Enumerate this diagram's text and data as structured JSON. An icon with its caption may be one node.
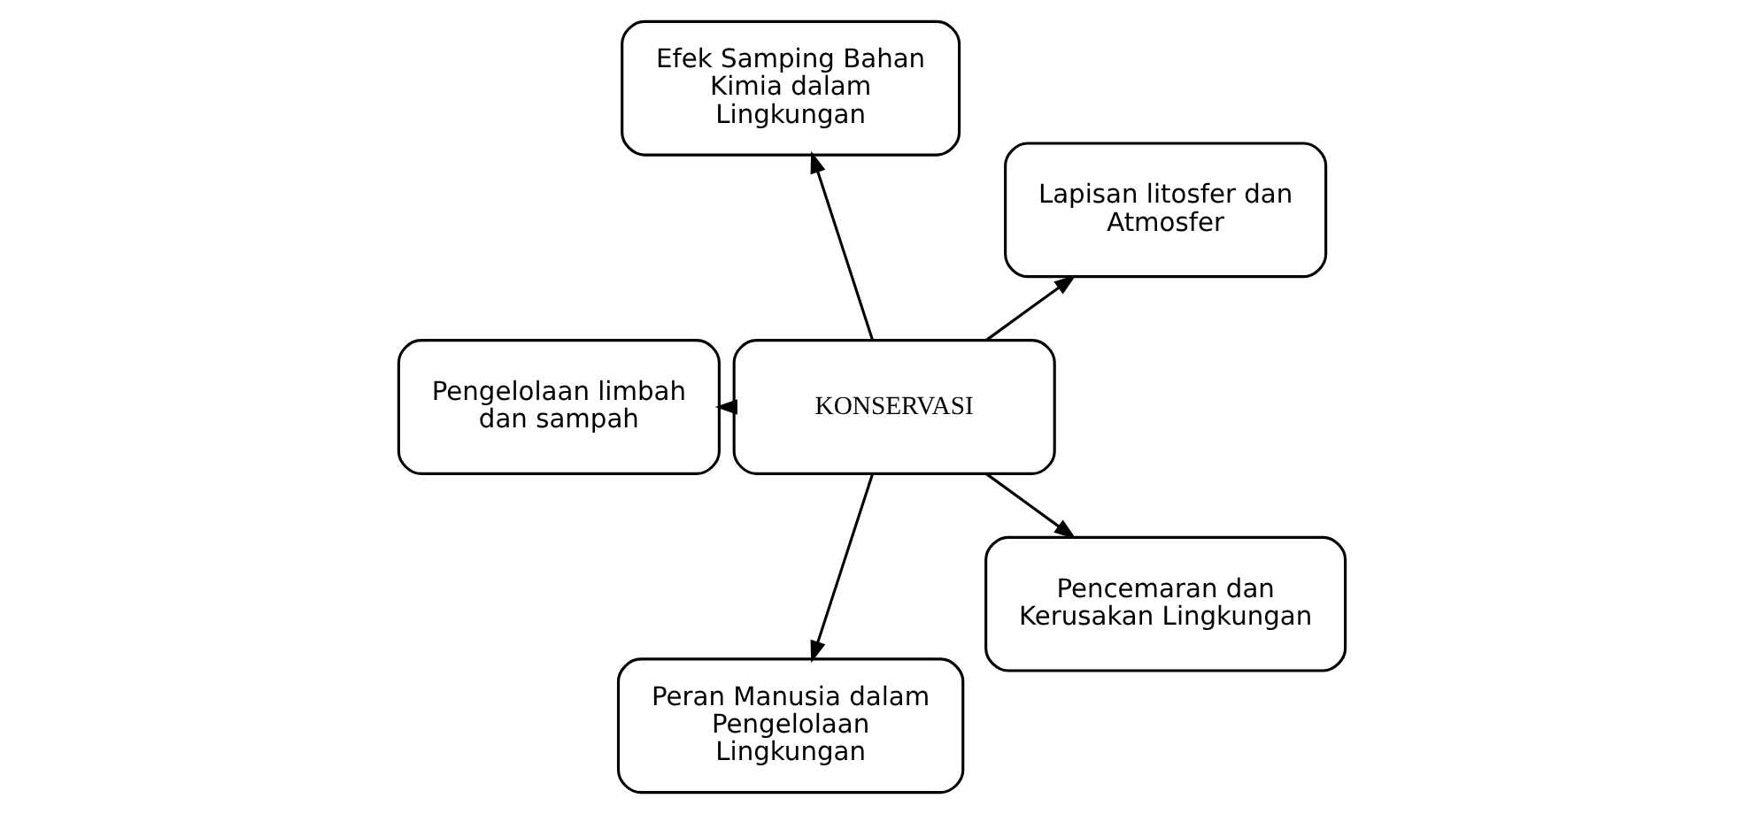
{
  "diagram": {
    "nodes": [
      {
        "text": [
          "Lapisan litosfer dan Atmosfer"
        ]
      },
      {
        "text": [
          "Efek Samping Bahan Kimia dalam Lingkungan"
        ]
      },
      {
        "text": [
          "Pengelolaan limbah dan sampah"
        ]
      },
      {
        "text": [
          "KONSERVASI"
        ]
      },
      {
        "text": [
          "Peran Manusia dalam Pengelolaan Lingkungan"
        ]
      },
      {
        "text": [
          "Pencemaran dan Kerusakan Lingkungan"
        ]
      }
    ],
    "edges": [
      {
        "from": 3,
        "to": 1,
        "arrow": "to"
      },
      {
        "from": 3,
        "to": 0,
        "arrow": "to"
      },
      {
        "from": 3,
        "to": 2,
        "arrow": "to"
      },
      {
        "from": 3,
        "to": 4,
        "arrow": "to"
      },
      {
        "from": 3,
        "to": 5,
        "arrow": "to"
      }
    ]
  }
}
